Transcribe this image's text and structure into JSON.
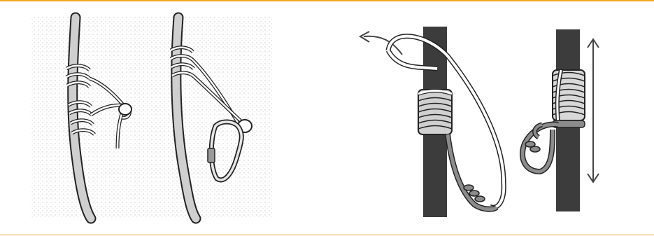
{
  "colors": {
    "accent_rule": "#f4a623",
    "paper_texture": "#e9e9e9",
    "main_rope_fill": "#c7c7c7",
    "rope_line": "#222222",
    "pole_dark": "#3c3c3c",
    "cord_white": "#ffffff",
    "cord_light": "#d9d9d9",
    "cord_grey": "#8c8c8c"
  },
  "panels": [
    {
      "name": "knot-illustration-texture-left",
      "style": "pen-drawing"
    },
    {
      "name": "knot-illustration-texture-right-carabiner",
      "style": "pen-drawing"
    },
    {
      "name": "pole-wrap-with-loop-arrow",
      "style": "flat-illustration"
    },
    {
      "name": "pole-wrap-with-double-arrow",
      "style": "flat-illustration"
    }
  ],
  "icons": [
    "arrow-left-icon",
    "double-arrow-vertical-icon",
    "carabiner-icon"
  ]
}
